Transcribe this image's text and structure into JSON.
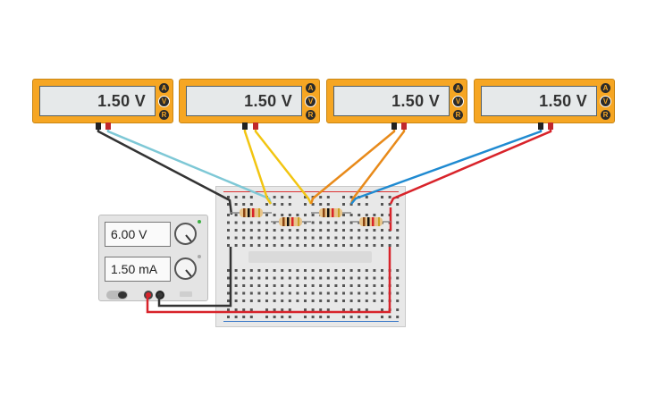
{
  "multimeters": [
    {
      "reading": "1.50 V",
      "modes": [
        "A",
        "V",
        "R"
      ],
      "active_mode": "V"
    },
    {
      "reading": "1.50 V",
      "modes": [
        "A",
        "V",
        "R"
      ],
      "active_mode": "V"
    },
    {
      "reading": "1.50 V",
      "modes": [
        "A",
        "V",
        "R"
      ],
      "active_mode": "V"
    },
    {
      "reading": "1.50 V",
      "modes": [
        "A",
        "V",
        "R"
      ],
      "active_mode": "V"
    }
  ],
  "power_supply": {
    "voltage": "6.00 V",
    "current": "1.50 mA"
  },
  "resistor_count": 4,
  "colors": {
    "meter_body": "#f6a623",
    "wire_cyan": "#7ec8d6",
    "wire_yellow": "#f2c511",
    "wire_orange": "#e88a1a",
    "wire_blue": "#1f8ad1",
    "wire_red": "#d8232a",
    "wire_black": "#333333"
  }
}
